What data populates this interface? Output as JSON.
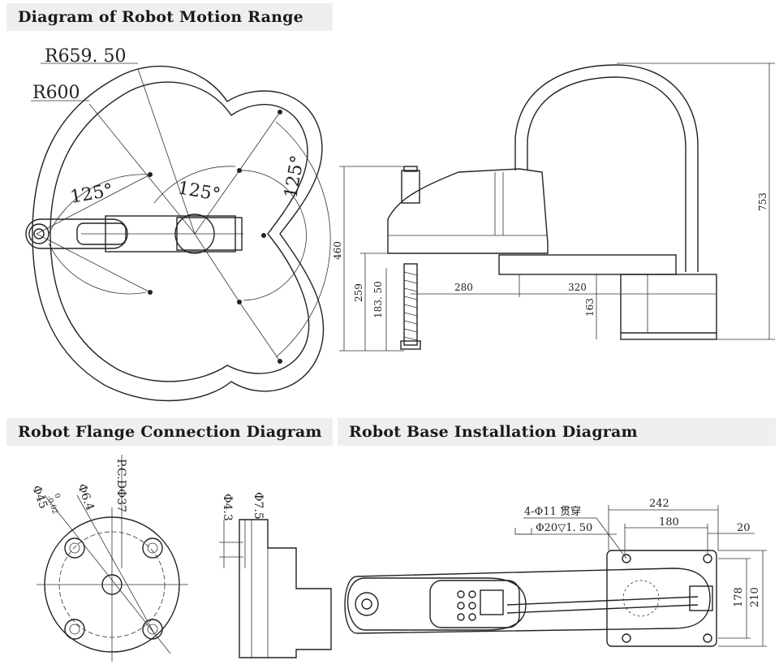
{
  "headers": {
    "motion": "Diagram of Robot Motion Range",
    "flange": "Robot Flange Connection Diagram",
    "base": "Robot Base Installation Diagram"
  },
  "motion": {
    "radius_outer": "R659. 50",
    "radius_inner": "R600",
    "angle_1": "125°",
    "angle_2": "125°",
    "angle_3": "125°"
  },
  "side_view": {
    "height_total": "753",
    "height_460": "460",
    "height_259": "259",
    "height_183": "183. 50",
    "height_163": "163",
    "len_280": "280",
    "len_320": "320"
  },
  "flange": {
    "pcd": "P.C.DΦ37",
    "dia_45": "Φ45",
    "tol_upper": "0",
    "tol_lower": "-0.02",
    "dia_6_4": "Φ6.4",
    "dia_4_3": "Φ4.3",
    "dia_7_5": "Φ7.5"
  },
  "base": {
    "holes": "4-Φ11 贯穿",
    "counterbore": "Φ20▽1. 50",
    "w_242": "242",
    "w_180": "180",
    "w_20": "20",
    "h_178": "178",
    "h_210": "210"
  }
}
